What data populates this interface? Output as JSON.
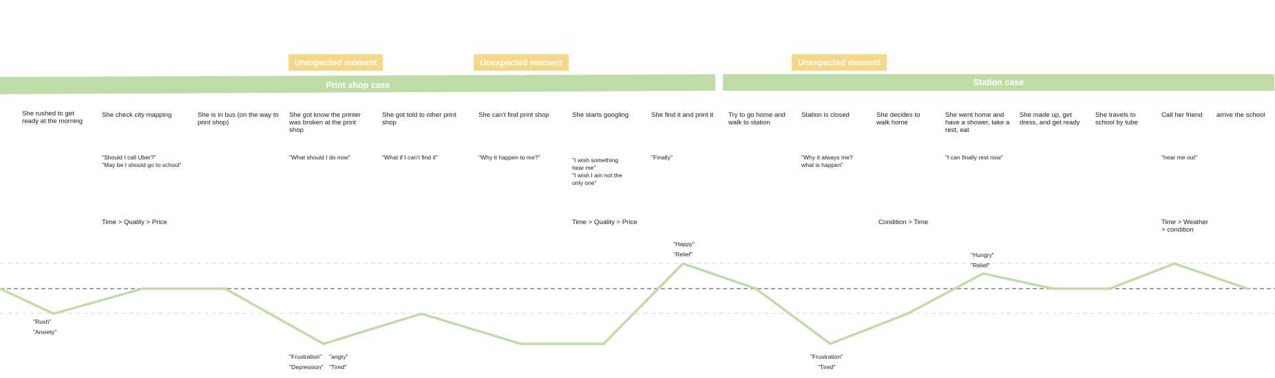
{
  "colors": {
    "tag": "#f6d787",
    "band": "#bfdba6",
    "curve": "#c0dca4",
    "midline": "#808080",
    "guide": "#d4d4d4"
  },
  "tags": [
    "Unexpected moment",
    "Unexpected moment",
    "Unexpected moment"
  ],
  "bands": [
    "Print shop case",
    "Station case"
  ],
  "steps": [
    "She rushed to get ready at the morning",
    "She check city mapping",
    "She is in bus (on the way to print shop)",
    "She got know the printer was broken at the print shop",
    "She got told to other print shop",
    "She can't find print shop",
    "She starts googling",
    "She find it and print it",
    "Try to go home and walk to station",
    "Station is closed",
    "She decides to walk home",
    "She went home and have a shower, take a rest, eat",
    "She made up, get dress, and get ready",
    "She travels to school by tube",
    "Call her friend",
    "arrive the school"
  ],
  "quotes": [
    "\"Should I call Uber?\"\n\"May be I should go to school\"",
    "\"What should I do now\"",
    "\"What if I can't find it\"",
    "\"Why it happen to me?\"",
    "\"I wish something hear me\"\n\"I wish I am not the only one\"",
    "\"Finally\"",
    "\"Why it always me? what is happen\"",
    "\"I can finally rest now\"",
    "\"hear me out\""
  ],
  "priorities": [
    "Time > Quality > Price",
    "Time > Quality > Price",
    "Condition > Time",
    "Time > Weather > condition"
  ],
  "emotions": [
    "\"Rush\"",
    "\"Anxiety\"",
    "\"Frustration\"",
    "\"angry\"",
    "\"Depression\"",
    "\"Tired\"",
    "\"Happy\"",
    "\"Relief\"",
    "\"Frustration\"",
    "\"Tired\"",
    "\"Hungry\"",
    "\"Relief\""
  ],
  "chart_data": {
    "type": "line",
    "levels": [
      0,
      -1,
      0,
      0,
      -2.2,
      -1,
      -2.2,
      -2.2,
      1,
      0,
      -2.2,
      -1,
      0.6,
      0,
      0,
      1,
      0
    ]
  }
}
